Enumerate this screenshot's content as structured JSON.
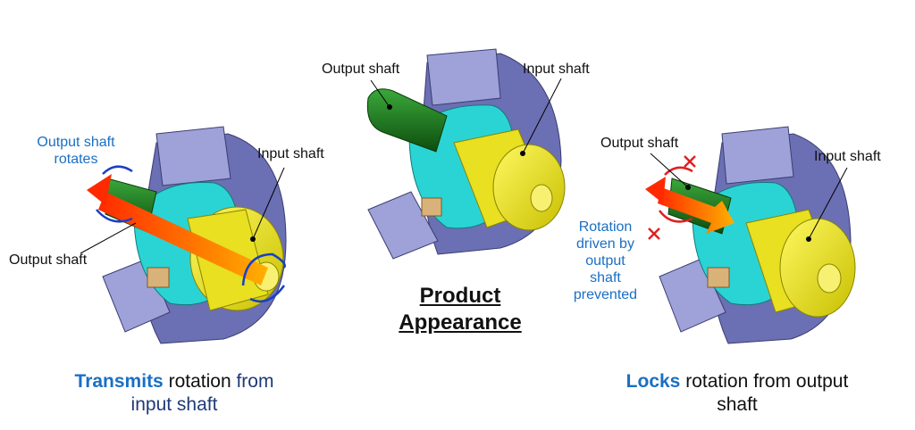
{
  "left": {
    "out_rotates_1": "Output shaft",
    "out_rotates_2": "rotates",
    "input_label": "Input shaft",
    "output_label": "Output shaft",
    "caption_bold": "Transmits",
    "caption_mid": " rotation ",
    "caption_from": "from",
    "caption_line2": "input shaft"
  },
  "center": {
    "output_label": "Output shaft",
    "input_label": "Input shaft",
    "title_line1": "Product",
    "title_line2": "Appearance"
  },
  "right": {
    "output_label": "Output shaft",
    "input_label": "Input shaft",
    "note_1": "Rotation",
    "note_2": "driven by",
    "note_3": "output",
    "note_4": "shaft",
    "note_5": "prevented",
    "caption_bold": "Locks",
    "caption_rest": " rotation from output",
    "caption_line2": "shaft"
  },
  "colors": {
    "housing": "#6b6fb3",
    "housing_light": "#9ea2d8",
    "flange": "#2ad4d4",
    "input_shaft": "#f2ea16",
    "output_shaft": "#1f7a1f",
    "arrow": "#ff6a00",
    "accent_blue": "#1a6fc4",
    "cross_red": "#e02020"
  }
}
